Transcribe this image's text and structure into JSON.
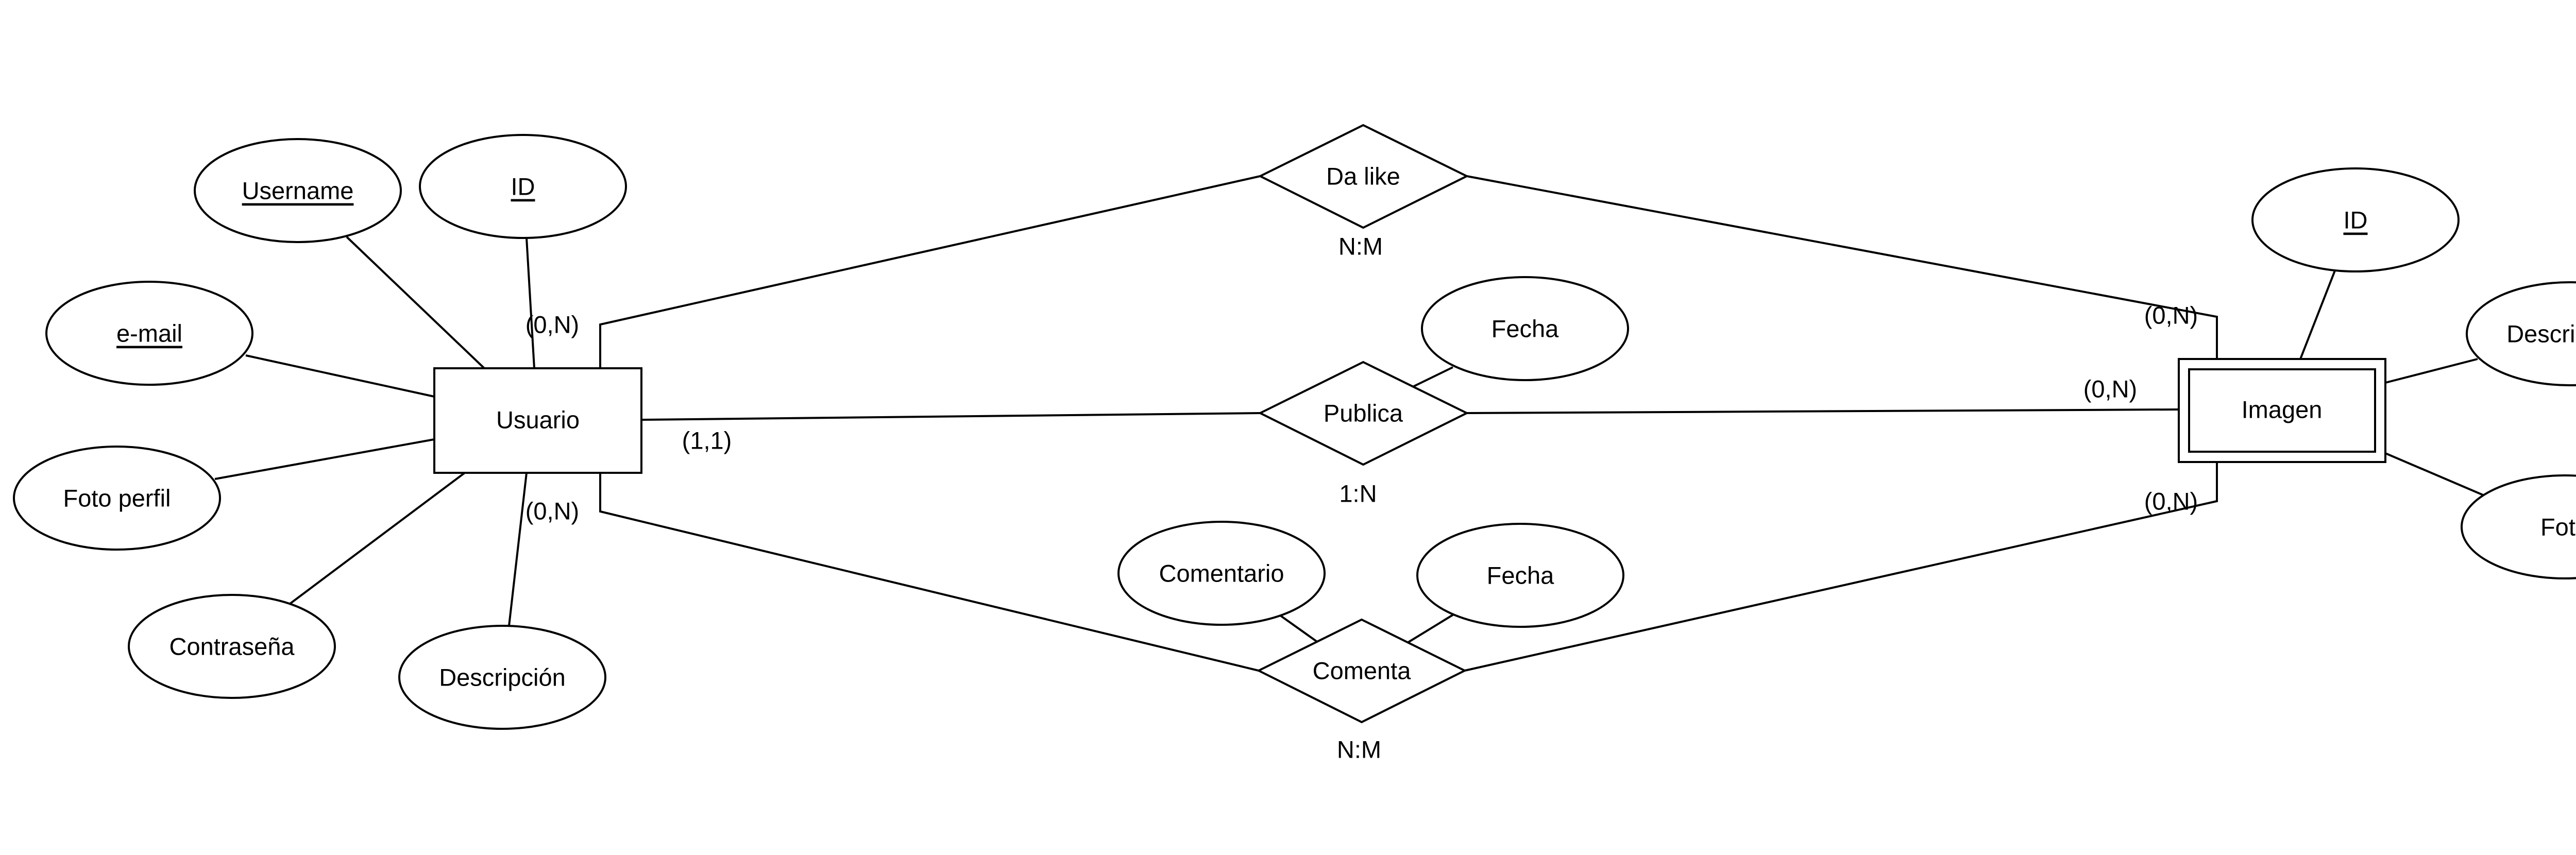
{
  "entities": {
    "usuario": "Usuario",
    "imagen": "Imagen"
  },
  "relationships": {
    "da_like": "Da like",
    "publica": "Publica",
    "comenta": "Comenta"
  },
  "usuario_attributes": {
    "username": "Username",
    "id": "ID",
    "email": "e-mail",
    "foto_perfil": "Foto perfil",
    "contrasena": "Contraseña",
    "descripcion": "Descripción"
  },
  "imagen_attributes": {
    "id": "ID",
    "descripcion": "Descripción",
    "foto": "Foto"
  },
  "relationship_attributes": {
    "publica_fecha": "Fecha",
    "comenta_comentario": "Comentario",
    "comenta_fecha": "Fecha"
  },
  "cardinalities": {
    "da_like_ratio": "N:M",
    "publica_ratio": "1:N",
    "comenta_ratio": "N:M",
    "usuario_da_like": "(0,N)",
    "usuario_publica": "(1,1)",
    "usuario_comenta": "(0,N)",
    "imagen_da_like": "(0,N)",
    "imagen_publica": "(0,N)",
    "imagen_comenta": "(0,N)"
  }
}
